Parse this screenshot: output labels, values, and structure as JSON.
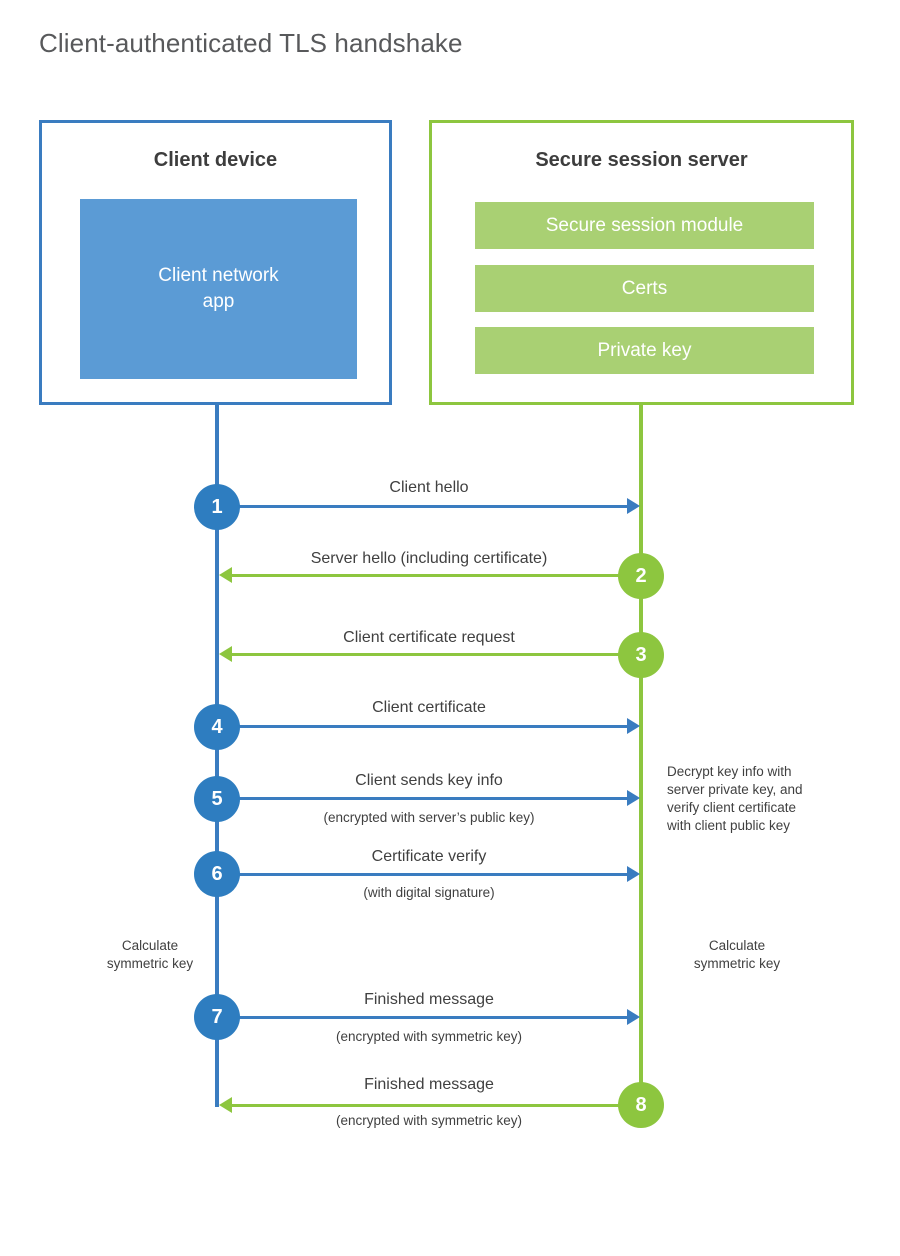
{
  "title": "Client-authenticated TLS handshake",
  "participants": {
    "client": {
      "title": "Client device",
      "app_label": "Client network\napp",
      "color": "#3a7cc0",
      "app_color": "#5b9bd5"
    },
    "server": {
      "title": "Secure session server",
      "color": "#8dc63f",
      "bar_color": "#a9d073",
      "bars": [
        {
          "label": "Secure session module"
        },
        {
          "label": "Certs"
        },
        {
          "label": "Private key"
        }
      ]
    }
  },
  "steps": [
    {
      "number": "1",
      "label": "Client hello",
      "sublabel": "",
      "direction": "client-to-server",
      "color": "#2e7dc0"
    },
    {
      "number": "2",
      "label": "Server hello (including certificate)",
      "sublabel": "",
      "direction": "server-to-client",
      "color": "#8dc63f"
    },
    {
      "number": "3",
      "label": "Client certificate request",
      "sublabel": "",
      "direction": "server-to-client",
      "color": "#8dc63f"
    },
    {
      "number": "4",
      "label": "Client certificate",
      "sublabel": "",
      "direction": "client-to-server",
      "color": "#2e7dc0"
    },
    {
      "number": "5",
      "label": "Client sends key info",
      "sublabel": "(encrypted with server’s public key)",
      "direction": "client-to-server",
      "color": "#2e7dc0"
    },
    {
      "number": "6",
      "label": "Certificate verify",
      "sublabel": "(with digital signature)",
      "direction": "client-to-server",
      "color": "#2e7dc0"
    },
    {
      "number": "7",
      "label": "Finished message",
      "sublabel": "(encrypted with symmetric key)",
      "direction": "client-to-server",
      "color": "#2e7dc0"
    },
    {
      "number": "8",
      "label": "Finished message",
      "sublabel": "(encrypted with symmetric key)",
      "direction": "server-to-client",
      "color": "#8dc63f"
    }
  ],
  "annotations": {
    "server_decrypt_note": "Decrypt key info with\nserver private key, and\nverify client certificate\nwith client public key",
    "client_calc_note": "Calculate\nsymmetric key",
    "server_calc_note": "Calculate\nsymmetric key"
  }
}
